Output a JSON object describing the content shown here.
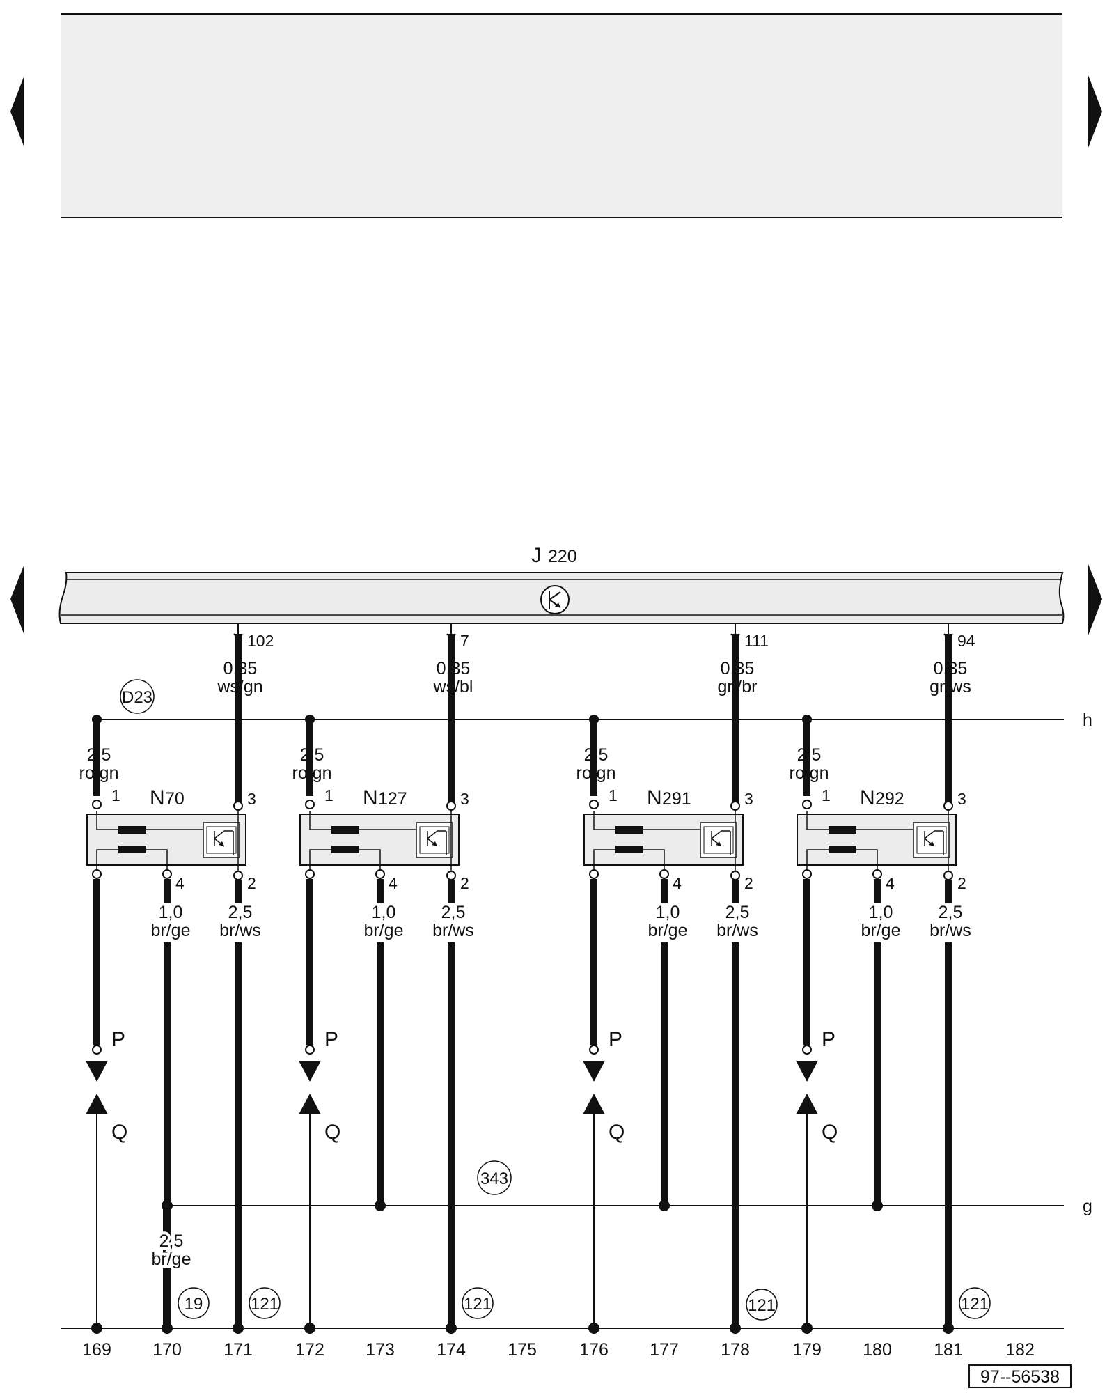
{
  "nav": {
    "left_arrow_icon": "triangle-left",
    "right_arrow_icon": "triangle-right"
  },
  "control_unit": {
    "letter": "J",
    "number": "220",
    "symbol": "transistor-in-circle"
  },
  "rails": {
    "top": "h",
    "bottom": "g"
  },
  "circled_refs": {
    "d23": "D23",
    "r343": "343",
    "r19": "19",
    "r121": "121"
  },
  "connector_pins": [
    "102",
    "7",
    "111",
    "94"
  ],
  "signal_wires": [
    {
      "size": "0,35",
      "color": "ws/gn"
    },
    {
      "size": "0,35",
      "color": "ws/bl"
    },
    {
      "size": "0,35",
      "color": "gn/br"
    },
    {
      "size": "0,35",
      "color": "gr/ws"
    }
  ],
  "valves": [
    {
      "letter": "N",
      "number": "70"
    },
    {
      "letter": "N",
      "number": "127"
    },
    {
      "letter": "N",
      "number": "291"
    },
    {
      "letter": "N",
      "number": "292"
    }
  ],
  "valve_pins": {
    "p1": "1",
    "p2": "2",
    "p3": "3",
    "p4": "4"
  },
  "valve_wires": {
    "supply": {
      "size": "2,5",
      "color": "ro/gn"
    },
    "ground": {
      "size": "1,0",
      "color": "br/ge"
    },
    "output": {
      "size": "2,5",
      "color": "br/ws"
    },
    "ground_main": {
      "size": "2,5",
      "color": "br/ge"
    }
  },
  "connectors": {
    "p": "P",
    "q": "Q"
  },
  "track_numbers": [
    "169",
    "170",
    "171",
    "172",
    "173",
    "174",
    "175",
    "176",
    "177",
    "178",
    "179",
    "180",
    "181",
    "182"
  ],
  "figure_id": "97--56538"
}
